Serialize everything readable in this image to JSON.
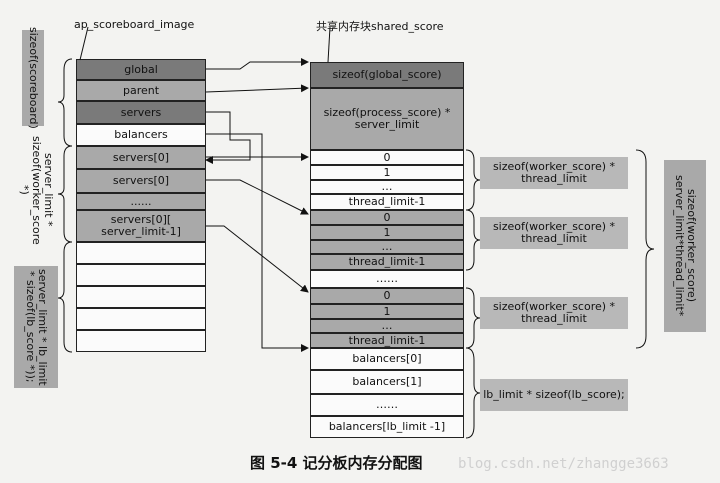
{
  "header": {
    "left_title": "ap_scoreboard_image",
    "right_title": "共享内存块shared_score"
  },
  "left_labels": {
    "scoreboard": "sizeof(scoreboard)",
    "servers": "server_limit * sizeof(worker_score *)",
    "lb": "server_limit * lb_limit * sizeof(lb_score *));"
  },
  "image_cells": {
    "global": "global",
    "parent": "parent",
    "servers": "servers",
    "balancers": "balancers",
    "servers0a": "servers[0]",
    "servers0b": "servers[0]",
    "dots": "......",
    "servers_last": "servers[0][ server_limit-1]"
  },
  "shared_cells": {
    "global": "sizeof(global_score)",
    "process": "sizeof(process_score) * server_limit",
    "g1": [
      "0",
      "1",
      "…",
      "thread_limit-1"
    ],
    "g2": [
      "0",
      "1",
      "…",
      "thread_limit-1"
    ],
    "gap": "……",
    "g3": [
      "0",
      "1",
      "…",
      "thread_limit-1"
    ],
    "balancers": [
      "balancers[0]",
      "balancers[1]",
      "……",
      "balancers[lb_limit -1]"
    ]
  },
  "right_notes": {
    "worker1": "sizeof(worker_score) * thread_limit",
    "worker2": "sizeof(worker_score) * thread_limit",
    "worker3": "sizeof(worker_score) * thread_limit",
    "lb": "lb_limit * sizeof(lb_score);",
    "total": "server_limit*thread_limit* sizeof(worker_score)"
  },
  "caption": "图 5-4   记分板内存分配图",
  "watermark": "blog.csdn.net/zhangge3663"
}
